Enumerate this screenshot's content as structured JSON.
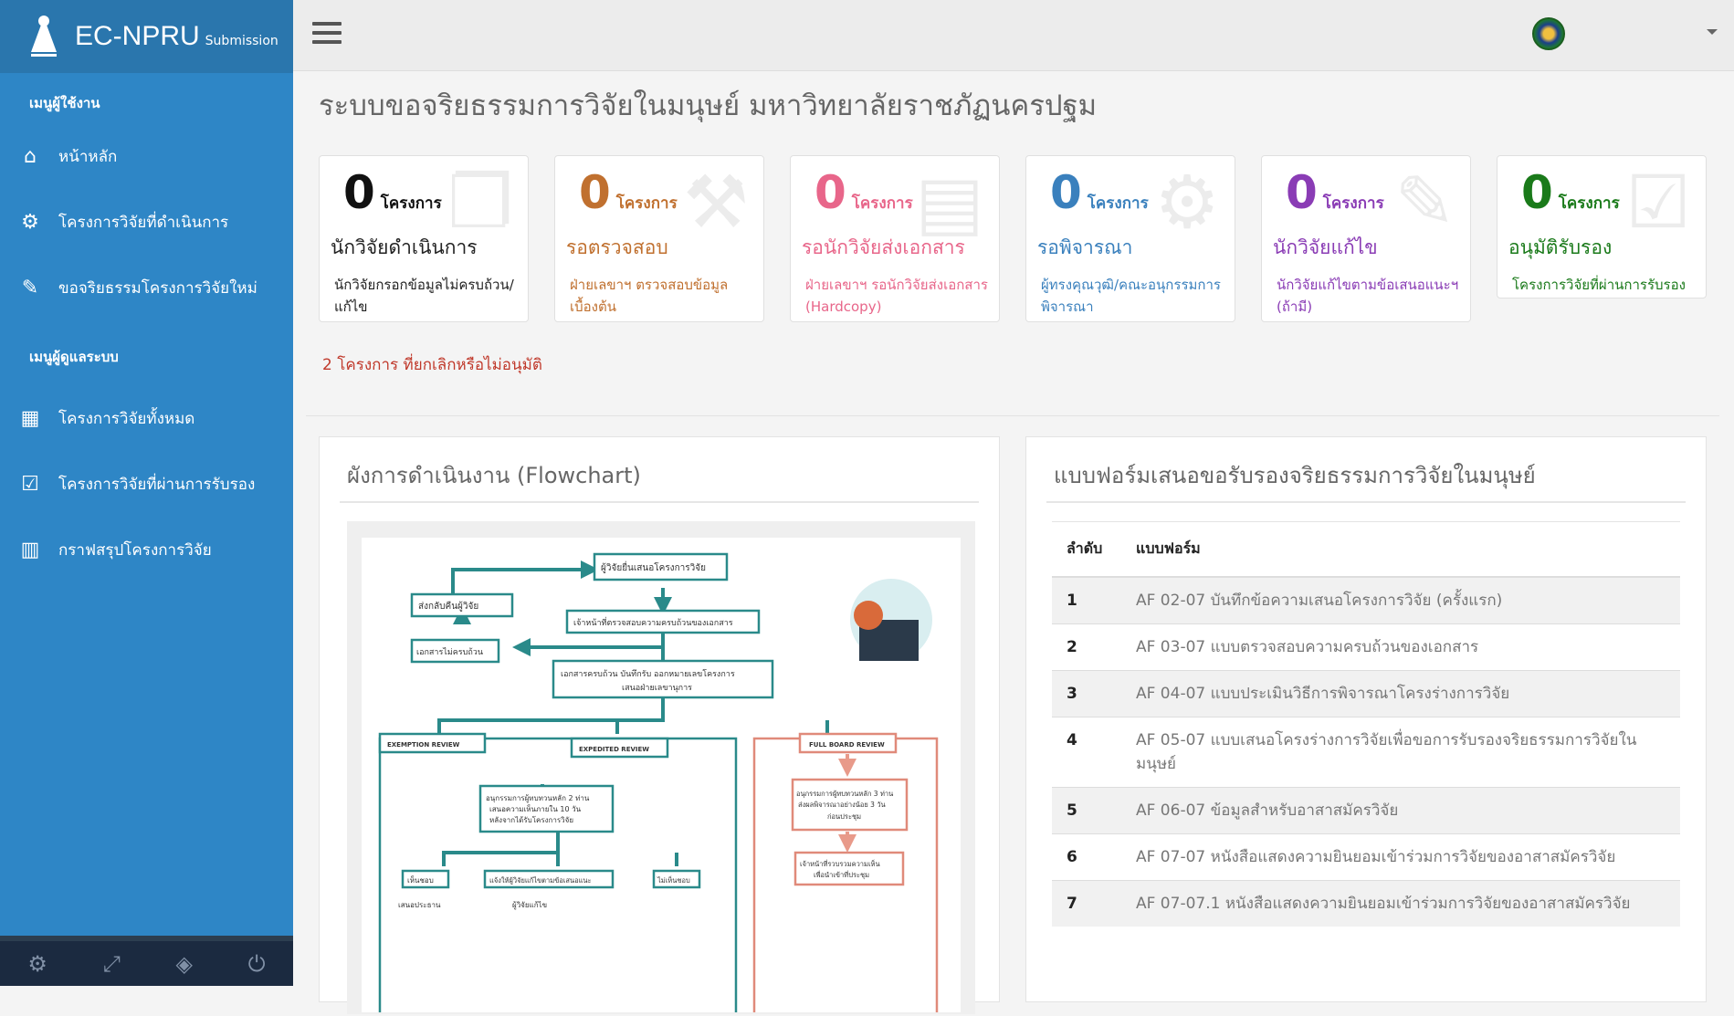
{
  "app": {
    "brand": "EC-NPRU",
    "brand_sub": "Submission"
  },
  "sidebar": {
    "user_menu_label": "เมนูผู้ใช้งาน",
    "admin_menu_label": "เมนูผู้ดูแลระบบ",
    "items": [
      {
        "label": "หน้าหลัก",
        "icon": "home-icon"
      },
      {
        "label": "โครงการวิจัยที่ดำเนินการ",
        "icon": "gear-icon"
      },
      {
        "label": "ขอจริยธรรมโครงการวิจัยใหม่",
        "icon": "edit-icon"
      },
      {
        "label": "โครงการวิจัยทั้งหมด",
        "icon": "table-icon"
      },
      {
        "label": "โครงการวิจัยที่ผ่านการรับรอง",
        "icon": "check-square-icon"
      },
      {
        "label": "กราฟสรุปโครงการวิจัย",
        "icon": "bar-chart-icon"
      }
    ],
    "footer_icons": [
      "settings-icon",
      "fullscreen-icon",
      "eye-slash-icon",
      "power-icon"
    ]
  },
  "page_title": "ระบบขอจริยธรรมการวิจัยในมนุษย์ มหาวิทยาลัยราชภัฏนครปฐม",
  "cards": [
    {
      "count": "0",
      "unit": "โครงการ",
      "title": "นักวิจัยดำเนินการ",
      "desc": "นักวิจัยกรอกข้อมูลไม่ครบถ้วน/แก้ไข",
      "color": "#111111",
      "icon": "copy-icon"
    },
    {
      "count": "0",
      "unit": "โครงการ",
      "title": "รอตรวจสอบ",
      "desc": "ฝ่ายเลขาฯ ตรวจสอบข้อมูลเบื้องต้น",
      "color": "#c0702f",
      "icon": "gavel-icon"
    },
    {
      "count": "0",
      "unit": "โครงการ",
      "title": "รอนักวิจัยส่งเอกสาร",
      "desc": "ฝ่ายเลขาฯ รอนักวิจัยส่งเอกสาร (Hardcopy)",
      "color": "#e8668a",
      "icon": "file-icon"
    },
    {
      "count": "0",
      "unit": "โครงการ",
      "title": "รอพิจารณา",
      "desc": "ผู้ทรงคุณวุฒิ/คณะอนุกรรมการพิจารณา",
      "color": "#3a80bd",
      "icon": "gears-icon"
    },
    {
      "count": "0",
      "unit": "โครงการ",
      "title": "นักวิจัยแก้ไข",
      "desc": "นักวิจัยแก้ไขตามข้อเสนอแนะฯ (ถ้ามี)",
      "color": "#8a3cb5",
      "icon": "edit-icon"
    },
    {
      "count": "0",
      "unit": "โครงการ",
      "title": "อนุมัติรับรอง",
      "desc": "โครงการวิจัยที่ผ่านการรับรอง",
      "color": "#1a7a1a",
      "icon": "check-square-icon"
    }
  ],
  "cancel_note": "2 โครงการ ที่ยกเลิกหรือไม่อนุมัติ",
  "flowchart_panel": {
    "title": "ผังการดำเนินงาน (Flowchart)",
    "nodes": {
      "submit": "ผู้วิจัยยื่นเสนอโครงการวิจัย",
      "return": "ส่งกลับคืนผู้วิจัย",
      "check": "เจ้าหน้าที่ตรวจสอบความครบถ้วนของเอกสาร",
      "incomplete": "เอกสารไม่ครบถ้วน",
      "complete1": "เอกสารครบถ้วน บันทึกรับ ออกหมายเลขโครงการ",
      "complete2": "เสนอฝ่ายเลขานุการ",
      "exemption": "EXEMPTION REVIEW",
      "expedited": "EXPEDITED REVIEW",
      "fullboard": "FULL BOARD REVIEW",
      "sub2_1": "อนุกรรมการผู้ทบทวนหลัก 2 ท่าน",
      "sub2_2": "เสนอความเห็นภายใน 10 วัน",
      "sub2_3": "หลังจากได้รับโครงการวิจัย",
      "sub3_1": "อนุกรรมการผู้ทบทวนหลัก 3 ท่าน",
      "sub3_2": "ส่งผลพิจารณาอย่างน้อย 3 วัน",
      "sub3_3": "ก่อนประชุม",
      "collect1": "เจ้าหน้าที่รวบรวมความเห็น",
      "collect2": "เพื่อนำเข้าที่ประชุม",
      "agree": "เห็นชอบ",
      "revise": "แจ้งให้ผู้วิจัยแก้ไขตามข้อเสนอแนะ",
      "disagree": "ไม่เห็นชอบ",
      "chair": "เสนอประธาน",
      "fix": "ผู้วิจัยแก้ไข"
    }
  },
  "forms_panel": {
    "title": "แบบฟอร์มเสนอขอรับรองจริยธรรมการวิจัยในมนุษย์",
    "columns": [
      "ลำดับ",
      "แบบฟอร์ม"
    ],
    "rows": [
      {
        "no": "1",
        "name": "AF 02-07 บันทึกข้อความเสนอโครงการวิจัย (ครั้งแรก)"
      },
      {
        "no": "2",
        "name": "AF 03-07 แบบตรวจสอบความครบถ้วนของเอกสาร"
      },
      {
        "no": "3",
        "name": "AF 04-07 แบบประเมินวิธีการพิจารณาโครงร่างการวิจัย"
      },
      {
        "no": "4",
        "name": "AF 05-07 แบบเสนอโครงร่างการวิจัยเพื่อขอการรับรองจริยธรรมการวิจัยในมนุษย์"
      },
      {
        "no": "5",
        "name": "AF 06-07 ข้อมูลสำหรับอาสาสมัครวิจัย"
      },
      {
        "no": "6",
        "name": "AF 07-07 หนังสือแสดงความยินยอมเข้าร่วมการวิจัยของอาสาสมัครวิจัย"
      },
      {
        "no": "7",
        "name": "AF 07-07.1 หนังสือแสดงความยินยอมเข้าร่วมการวิจัยของอาสาสมัครวิจัย"
      }
    ]
  }
}
